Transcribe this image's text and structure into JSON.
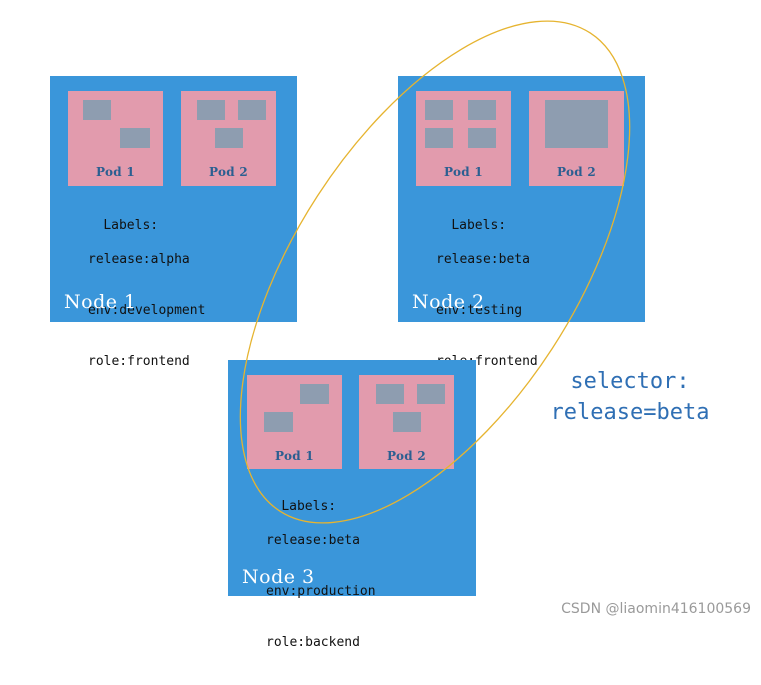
{
  "nodes": [
    {
      "title": "Node 1",
      "pods": [
        "Pod 1",
        "Pod 2"
      ],
      "labels_heading": "Labels:",
      "labels": [
        "release:alpha",
        "env:development",
        "role:frontend"
      ]
    },
    {
      "title": "Node 2",
      "pods": [
        "Pod 1",
        "Pod 2"
      ],
      "labels_heading": "Labels:",
      "labels": [
        "release:beta",
        "env:testing",
        "role:frontend"
      ]
    },
    {
      "title": "Node 3",
      "pods": [
        "Pod 1",
        "Pod 2"
      ],
      "labels_heading": "Labels:",
      "labels": [
        "release:beta",
        "env:production",
        "role:backend"
      ]
    }
  ],
  "selector": {
    "line1": "selector:",
    "line2": "release=beta"
  },
  "watermark": "CSDN @liaomin416100569",
  "colors": {
    "node": "#3a96da",
    "pod": "#e29bad",
    "container": "#8e9db0",
    "selection_ring": "#e6b430",
    "selector_text": "#2f6fb4"
  }
}
